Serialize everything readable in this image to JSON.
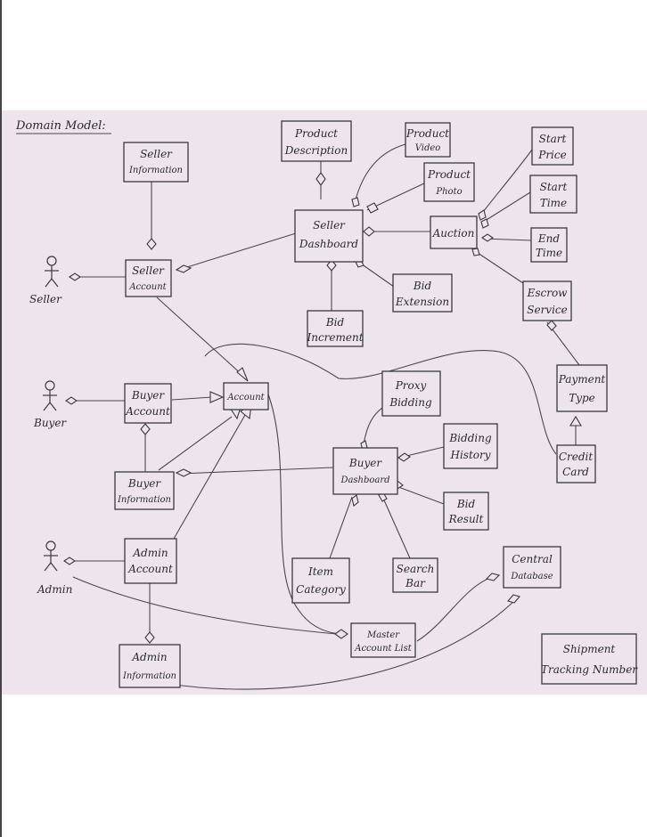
{
  "title": "Domain Model:",
  "actors": {
    "seller": "Seller",
    "buyer": "Buyer",
    "admin": "Admin"
  },
  "boxes": {
    "seller_information": [
      "Seller",
      "Information"
    ],
    "product_description": [
      "Product",
      "Description"
    ],
    "product_video": [
      "Product",
      "Video"
    ],
    "start_price": [
      "Start",
      "Price"
    ],
    "product_photo": [
      "Product",
      "Photo"
    ],
    "start_time": [
      "Start",
      "Time"
    ],
    "seller_dashboard": [
      "Seller",
      "Dashboard"
    ],
    "auction": [
      "Auction"
    ],
    "end_time": [
      "End",
      "Time"
    ],
    "seller_account": [
      "Seller",
      "Account"
    ],
    "bid_extension": [
      "Bid",
      "Extension"
    ],
    "escrow_service": [
      "Escrow",
      "Service"
    ],
    "bid_increment": [
      "Bid",
      "Increment"
    ],
    "buyer_account": [
      "Buyer",
      "Account"
    ],
    "account": [
      "Account"
    ],
    "proxy_bidding": [
      "Proxy",
      "Bidding"
    ],
    "payment_type": [
      "Payment",
      "Type"
    ],
    "bidding_history": [
      "Bidding",
      "History"
    ],
    "buyer_dashboard": [
      "Buyer",
      "Dashboard"
    ],
    "credit_card": [
      "Credit",
      "Card"
    ],
    "buyer_information": [
      "Buyer",
      "Information"
    ],
    "bid_result": [
      "Bid",
      "Result"
    ],
    "admin_account": [
      "Admin",
      "Account"
    ],
    "item_category": [
      "Item",
      "Category"
    ],
    "search_bar": [
      "Search",
      "Bar"
    ],
    "central_database": [
      "Central",
      "Database"
    ],
    "master_account_list": [
      "Master",
      "Account List"
    ],
    "admin_information": [
      "Admin",
      "Information"
    ],
    "shipment_tracking_number": [
      "Shipment",
      "Tracking Number"
    ]
  }
}
